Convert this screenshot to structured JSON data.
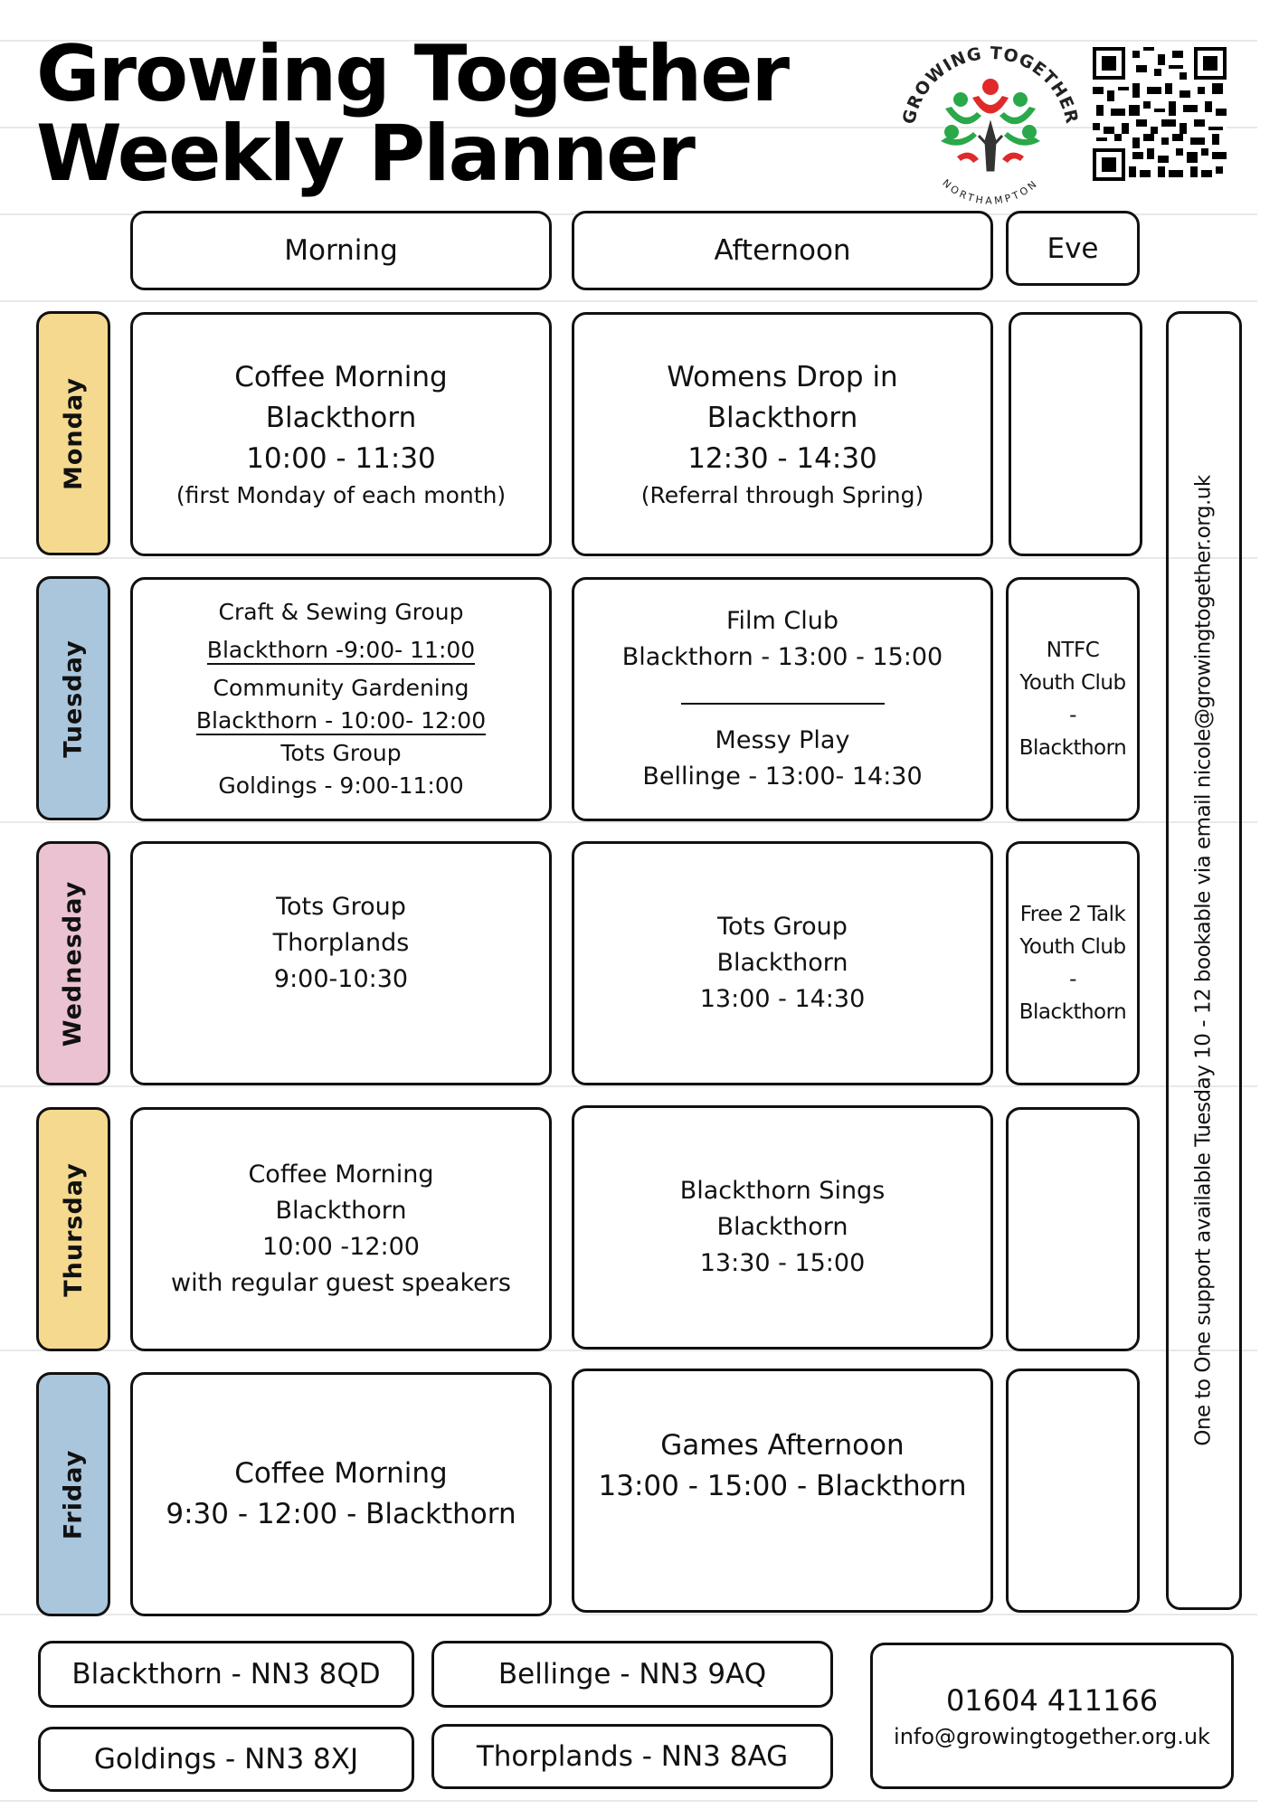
{
  "title": {
    "line1": "Growing Together",
    "line2": "Weekly Planner"
  },
  "logo": {
    "arc_text": "GROWING TOGETHER",
    "bottom_text": "NORTHAMPTON",
    "colors": {
      "green": "#2aa84a",
      "red": "#e02a2a",
      "trunk": "#333333"
    }
  },
  "qr_icon": "qr-code-icon",
  "columns": {
    "morning": "Morning",
    "afternoon": "Afternoon",
    "evening": "Eve"
  },
  "days": {
    "monday": {
      "label": "Monday",
      "color": "#f5d98f"
    },
    "tuesday": {
      "label": "Tuesday",
      "color": "#a9c6dd"
    },
    "wednesday": {
      "label": "Wednesday",
      "color": "#ebc2d2"
    },
    "thursday": {
      "label": "Thursday",
      "color": "#f5d98f"
    },
    "friday": {
      "label": "Friday",
      "color": "#a9c6dd"
    }
  },
  "monday": {
    "morning": {
      "l1": "Coffee Morning",
      "l2": "Blackthorn",
      "l3": "10:00 - 11:30",
      "l4": "(first Monday of each month)"
    },
    "afternoon": {
      "l1": "Womens Drop in",
      "l2": "Blackthorn",
      "l3": "12:30 - 14:30",
      "l4": "(Referral through Spring)"
    }
  },
  "tuesday": {
    "morning": {
      "l1": "Craft & Sewing Group",
      "l2": "Blackthorn -9:00- 11:00",
      "l3": "Community Gardening",
      "l4": "Blackthorn - 10:00- 12:00",
      "l5": "Tots Group",
      "l6": "Goldings - 9:00-11:00"
    },
    "afternoon": {
      "l1": "Film Club",
      "l2": "Blackthorn - 13:00 - 15:00",
      "l3": "Messy Play",
      "l4": "Bellinge - 13:00- 14:30"
    },
    "evening": {
      "l1": "NTFC",
      "l2": "Youth Club",
      "l3": "-",
      "l4": "Blackthorn"
    }
  },
  "wednesday": {
    "morning": {
      "l1": "Tots Group",
      "l2": "Thorplands",
      "l3": "9:00-10:30"
    },
    "afternoon": {
      "l1": "Tots Group",
      "l2": "Blackthorn",
      "l3": "13:00 - 14:30"
    },
    "evening": {
      "l1": "Free 2 Talk",
      "l2": "Youth Club",
      "l3": "-",
      "l4": "Blackthorn"
    }
  },
  "thursday": {
    "morning": {
      "l1": "Coffee Morning",
      "l2": "Blackthorn",
      "l3": "10:00 -12:00",
      "l4": "with regular guest speakers"
    },
    "afternoon": {
      "l1": "Blackthorn Sings",
      "l2": "Blackthorn",
      "l3": "13:30 - 15:00"
    }
  },
  "friday": {
    "morning": {
      "l1": "Coffee Morning",
      "l2": "9:30 - 12:00 - Blackthorn"
    },
    "afternoon": {
      "l1": "Games Afternoon",
      "l2": "13:00 - 15:00 - Blackthorn"
    }
  },
  "side_note": "One to One support available Tuesday 10 - 12 bookable via email nicole@growingtogether.org.uk",
  "locations": {
    "blackthorn": "Blackthorn - NN3 8QD",
    "bellinge": "Bellinge - NN3 9AQ",
    "goldings": "Goldings - NN3 8XJ",
    "thorplands": "Thorplands - NN3 8AG"
  },
  "contact": {
    "phone": "01604 411166",
    "email": "info@growingtogether.org.uk"
  }
}
